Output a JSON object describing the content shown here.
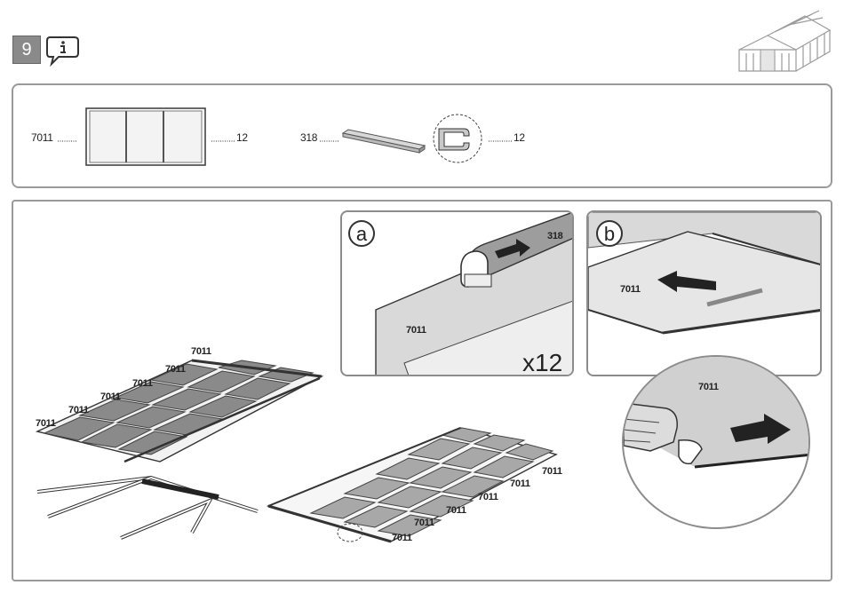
{
  "step": {
    "number": "9",
    "info_icon": "info-icon"
  },
  "parts": [
    {
      "code": "7011",
      "qty": "12"
    },
    {
      "code": "318",
      "qty": "12"
    }
  ],
  "detail_a": {
    "letter": "a",
    "profile_code": "318",
    "panel_code": "7011",
    "count": "x12"
  },
  "detail_b": {
    "letter": "b",
    "panel_code": "7011"
  },
  "zoom": {
    "panel_code": "7011"
  },
  "left_assembly_labels": [
    "7011",
    "7011",
    "7011",
    "7011",
    "7011",
    "7011"
  ],
  "right_assembly_labels": [
    "7011",
    "7011",
    "7011",
    "7011",
    "7011",
    "7011"
  ]
}
